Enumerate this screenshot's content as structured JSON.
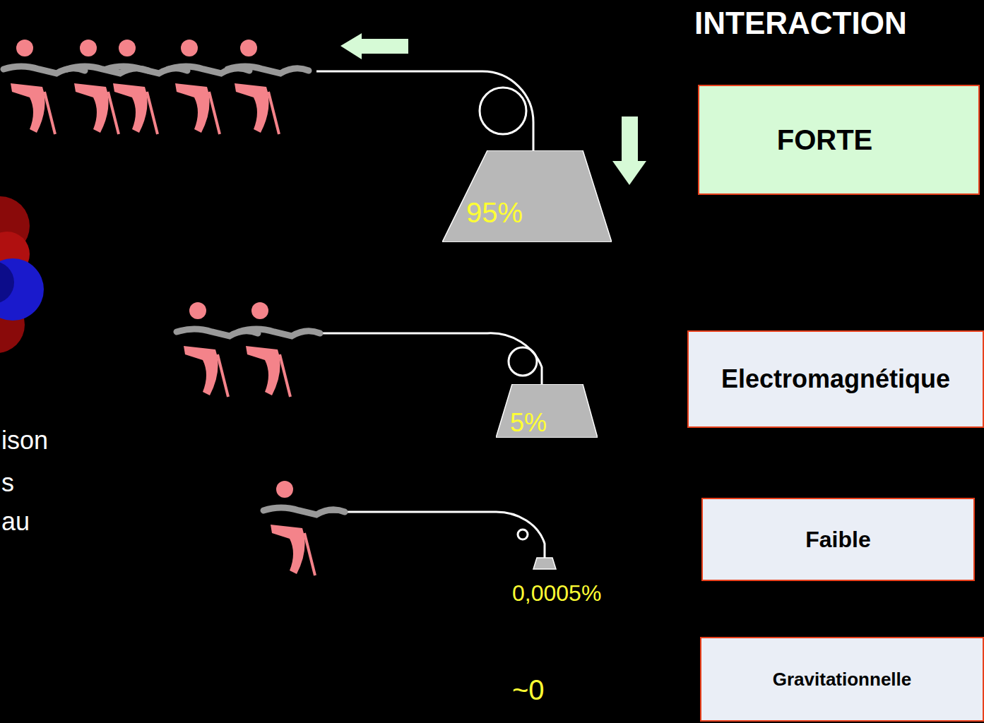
{
  "diagram": {
    "title": "INTERACTION",
    "nodes": [
      {
        "text": [
          "95%"
        ]
      },
      {
        "text": [
          "FORTE"
        ]
      },
      {
        "text": [
          "5%"
        ]
      },
      {
        "text": [
          "Electromagnétique"
        ]
      },
      {
        "text": [
          "0,0005%"
        ]
      },
      {
        "text": [
          "Faible"
        ]
      },
      {
        "text": [
          "Gravitationnelle"
        ]
      }
    ],
    "labels": [
      "ison",
      "s",
      "au",
      "~0"
    ]
  }
}
